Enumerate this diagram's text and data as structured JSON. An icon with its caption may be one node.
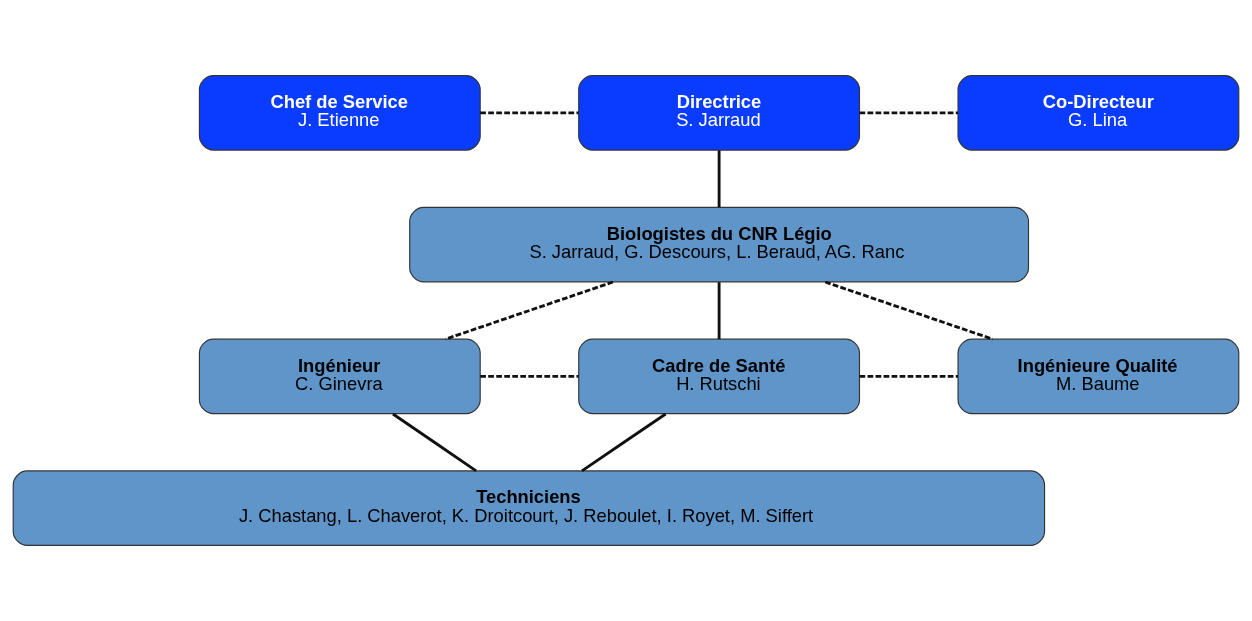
{
  "diagram": {
    "nodes": [
      {
        "text": [
          "Chef de Service",
          "J. Etienne"
        ]
      },
      {
        "text": [
          "Directrice",
          "S. Jarraud"
        ]
      },
      {
        "text": [
          "Co-Directeur",
          "G. Lina"
        ]
      },
      {
        "text": [
          "Biologistes du CNR Légio",
          "S. Jarraud, G. Descours, L. Beraud, AG. Ranc"
        ]
      },
      {
        "text": [
          "Ingénieur",
          "C. Ginevra"
        ]
      },
      {
        "text": [
          "Cadre de Santé",
          "H. Rutschi"
        ]
      },
      {
        "text": [
          "Ingénieure Qualité",
          "M. Baume"
        ]
      },
      {
        "text": [
          "Techniciens",
          "J. Chastang, L. Chaverot, K. Droitcourt, J. Reboulet, I. Royet, M. Siffert"
        ]
      }
    ],
    "edges": [
      {
        "from": 0,
        "to": 1,
        "arrow": "none",
        "style": "dashed"
      },
      {
        "from": 1,
        "to": 2,
        "arrow": "none",
        "style": "dashed"
      },
      {
        "from": 1,
        "to": 3,
        "arrow": "none"
      },
      {
        "from": 3,
        "to": 4,
        "arrow": "none",
        "style": "dashed"
      },
      {
        "from": 3,
        "to": 6,
        "arrow": "none",
        "style": "dashed"
      },
      {
        "from": 3,
        "to": 5,
        "arrow": "none"
      },
      {
        "from": 4,
        "to": 5,
        "arrow": "none",
        "style": "dashed"
      },
      {
        "from": 5,
        "to": 6,
        "arrow": "none",
        "style": "dashed"
      },
      {
        "from": 4,
        "to": 7,
        "arrow": "none"
      },
      {
        "from": 5,
        "to": 7,
        "arrow": "none"
      }
    ]
  }
}
